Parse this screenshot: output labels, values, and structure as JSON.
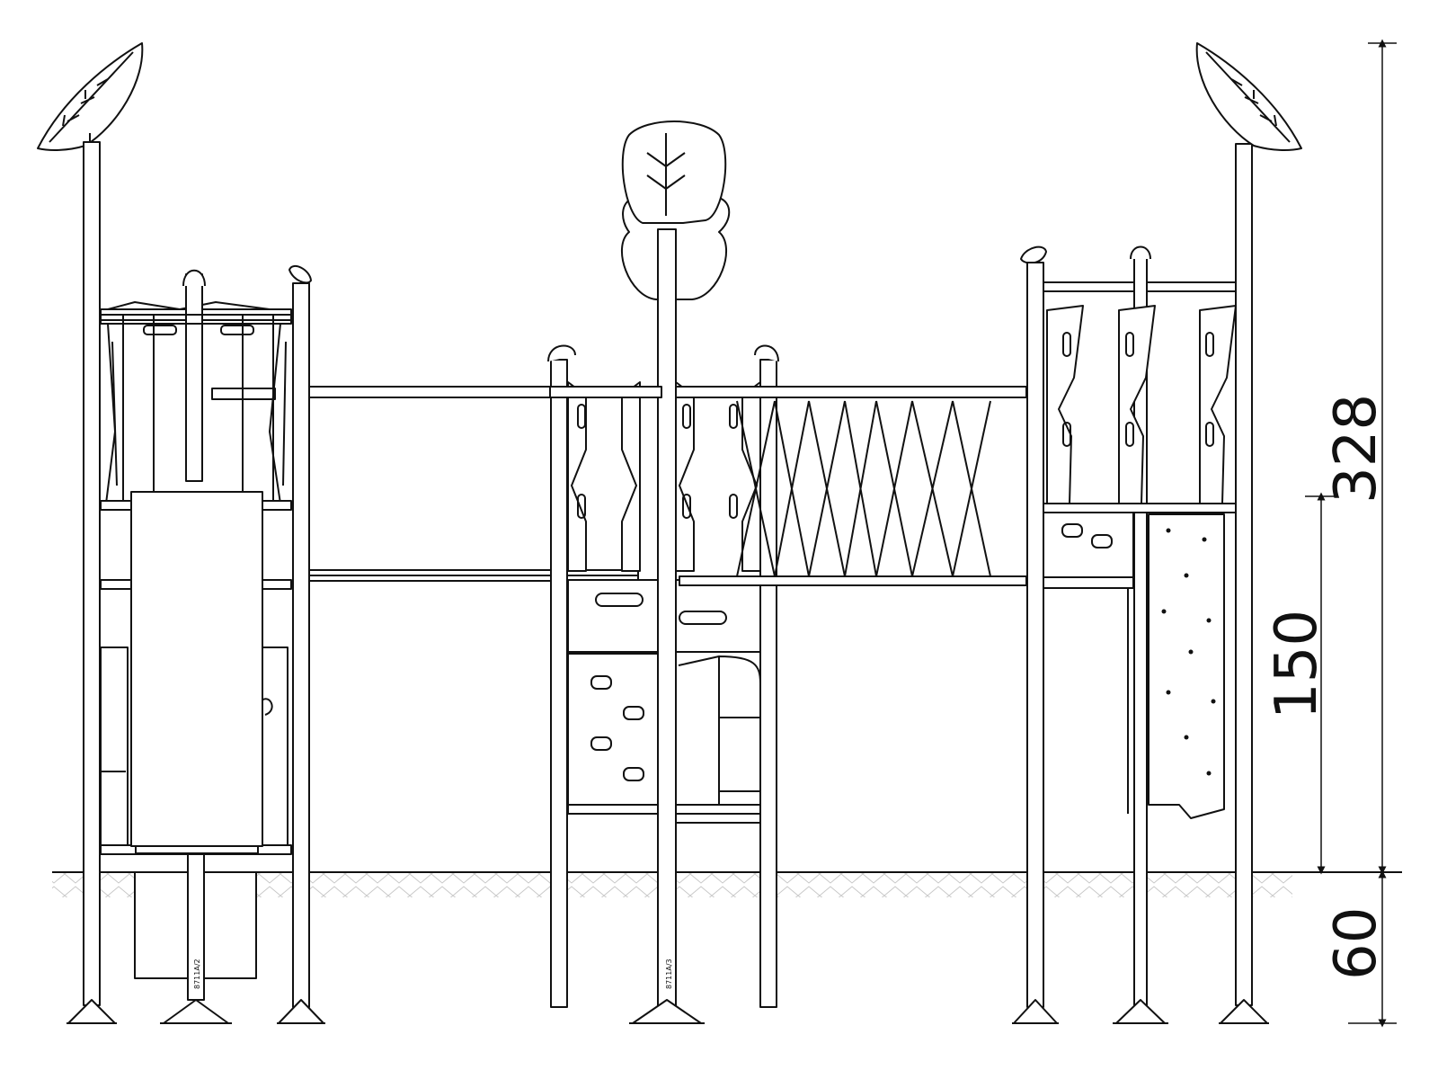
{
  "drawing": {
    "title": "",
    "line_color": "#111111",
    "panel_fill": "#ffffff"
  },
  "dimensions": {
    "total_height": "328",
    "platform_height": "150",
    "foundation_depth": "60"
  },
  "post_labels": {
    "slide_post": "8711A/2",
    "tree_post": "8711A/3"
  }
}
